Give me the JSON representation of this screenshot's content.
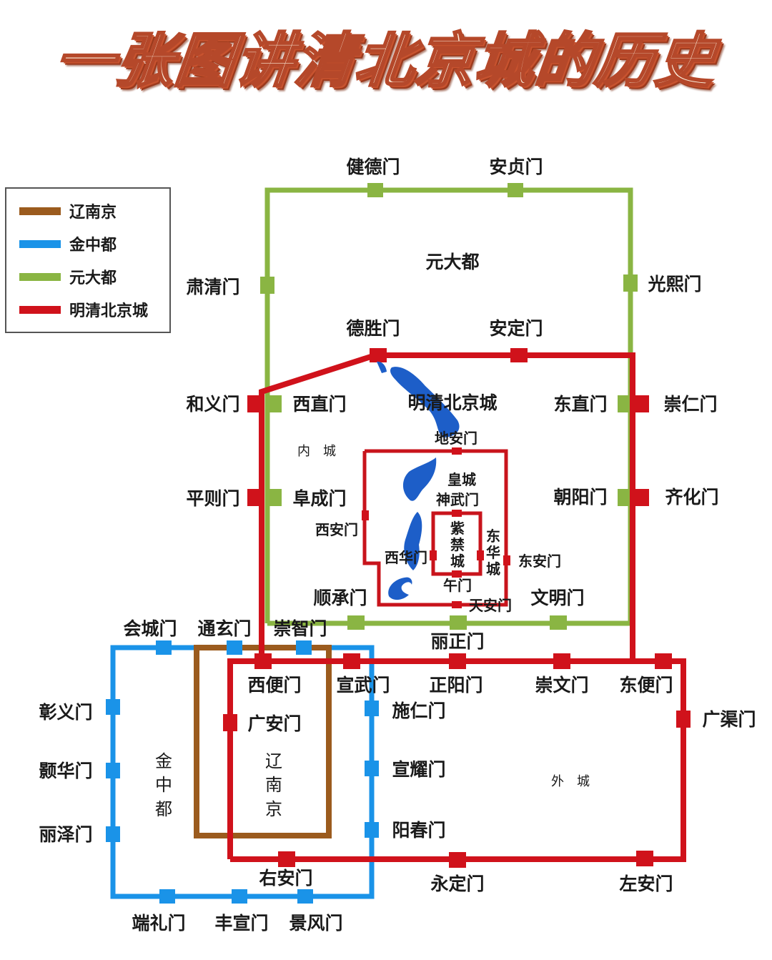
{
  "title": "一张图讲清北京城的历史",
  "colors": {
    "liao": "#9b5b1e",
    "jin": "#1a93e8",
    "yuan": "#8ab543",
    "mingqing": "#d0121b",
    "river": "#1d5ec8"
  },
  "legend": {
    "items": [
      {
        "label": "辽南京",
        "color": "#9b5b1e"
      },
      {
        "label": "金中都",
        "color": "#1a93e8"
      },
      {
        "label": "元大都",
        "color": "#8ab543"
      },
      {
        "label": "明清北京城",
        "color": "#d0121b"
      }
    ]
  },
  "areas": {
    "yuan_dadu": "元大都",
    "mingqing_city": "明清北京城",
    "inner_city": "内　城",
    "imperial_city": "皇城",
    "forbidden_city": "紫禁城",
    "jin_zhongdu": "金中都",
    "liao_nanjing": "辽南京",
    "outer_city": "外　城"
  },
  "gates": {
    "yuan": {
      "north": [
        "健德门",
        "安贞门"
      ],
      "west": [
        "肃清门",
        "和义门",
        "平则门"
      ],
      "east": [
        "光熙门",
        "崇仁门",
        "齐化门"
      ],
      "south": [
        "顺承门",
        "丽正门",
        "文明门"
      ]
    },
    "mingqing_inner": {
      "north": [
        "德胜门",
        "安定门"
      ],
      "west": [
        "西直门",
        "阜成门"
      ],
      "east": [
        "东直门",
        "朝阳门"
      ],
      "south": [
        "宣武门",
        "正阳门",
        "崇文门"
      ]
    },
    "imperial": {
      "north": "地安门",
      "west": "西安门",
      "east": "东安门",
      "south": "天安门"
    },
    "forbidden": {
      "north": "神武门",
      "west": "西华门",
      "east": "东华城",
      "south": "午门"
    },
    "mingqing_outer": {
      "north": [
        "西便门",
        "东便门"
      ],
      "west": "广安门",
      "east": "广渠门",
      "south": [
        "右安门",
        "永定门",
        "左安门"
      ]
    },
    "jin": {
      "north": [
        "会城门",
        "通玄门",
        "崇智门"
      ],
      "west": [
        "彰义门",
        "颢华门",
        "丽泽门"
      ],
      "east": [
        "施仁门",
        "宣耀门",
        "阳春门"
      ],
      "south": [
        "端礼门",
        "丰宣门",
        "景风门"
      ]
    }
  }
}
